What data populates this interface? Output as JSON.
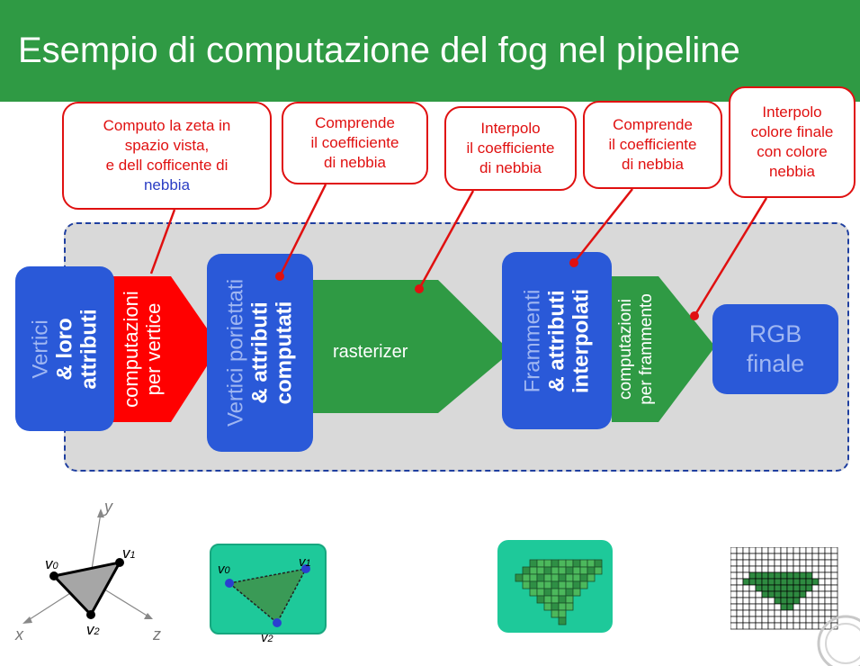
{
  "title": "Esempio di computazione del fog nel pipeline",
  "callouts": [
    {
      "lines": [
        "Computo la zeta in",
        "spazio vista,",
        "e dell cofficente di"
      ],
      "last": "nebbia"
    },
    {
      "lines": [
        "Comprende",
        "il coefficiente",
        "di nebbia"
      ]
    },
    {
      "lines": [
        "Interpolo",
        "il coefficiente",
        "di nebbia"
      ]
    },
    {
      "lines": [
        "Comprende",
        "il coefficiente",
        "di nebbia"
      ]
    },
    {
      "lines": [
        "Interpolo",
        "colore finale",
        "con colore",
        "nebbia"
      ]
    }
  ],
  "stages": {
    "vertici": {
      "line1": "Vertici",
      "line2": "& loro",
      "line3": "attributi"
    },
    "comp_vertice": {
      "line1": "computazioni",
      "line2": "per vertice"
    },
    "proiettati": {
      "line1": "Vertici poriettati",
      "line2": "& attributi",
      "line3": "computati"
    },
    "rasterizer": "rasterizer",
    "frammenti": {
      "line1": "Frammenti",
      "line2": "& attributi",
      "line3": "interpolati"
    },
    "comp_frammento": {
      "line1": "computazioni",
      "line2": "per frammento"
    },
    "rgb": {
      "line1": "RGB",
      "line2": "finale"
    }
  },
  "bottom": {
    "axes": {
      "x": "x",
      "y": "y",
      "z": "z"
    },
    "vertex": {
      "v": "v",
      "i0": "0",
      "i1": "1",
      "i2": "2"
    }
  },
  "colors": {
    "green_header": "#2f9a44",
    "blue_box": "#2a59d8",
    "red": "#e01010",
    "green_arrow": "#2f9a44",
    "teal_panel": "#1ec99a"
  }
}
